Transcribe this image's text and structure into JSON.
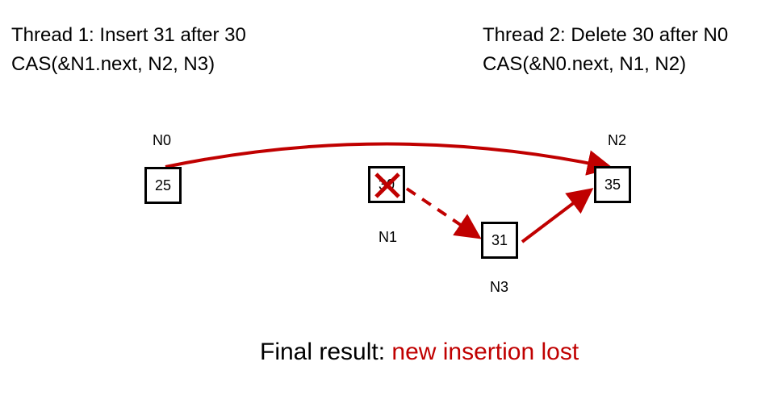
{
  "thread1": {
    "title": "Thread 1: Insert 31 after 30",
    "op": "CAS(&N1.next, N2, N3)"
  },
  "thread2": {
    "title": "Thread 2: Delete 30 after N0",
    "op": "CAS(&N0.next, N1, N2)"
  },
  "nodes": {
    "n0": {
      "name": "N0",
      "value": "25"
    },
    "n1": {
      "name": "N1",
      "value": "30"
    },
    "n2": {
      "name": "N2",
      "value": "35"
    },
    "n3": {
      "name": "N3",
      "value": "31"
    }
  },
  "final": {
    "prefix": "Final result: ",
    "highlight": "new insertion lost"
  },
  "colors": {
    "arrow": "#c00000",
    "box_border": "#000000"
  }
}
